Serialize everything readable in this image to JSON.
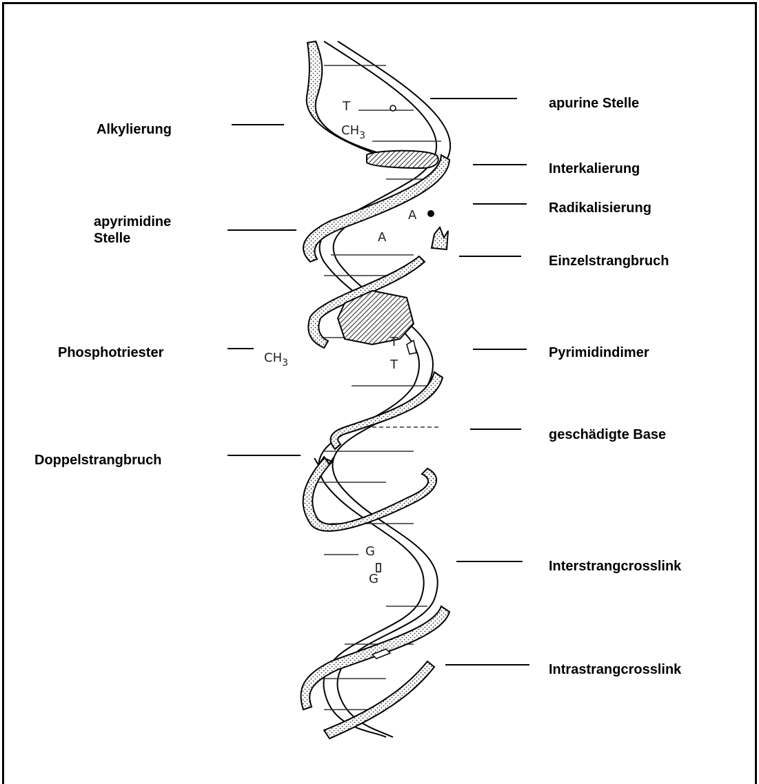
{
  "labels": {
    "left": [
      {
        "id": "alkylierung",
        "text": "Alkylierung"
      },
      {
        "id": "apyrimidine-stelle",
        "lines": [
          "apyrimidine",
          "Stelle"
        ]
      },
      {
        "id": "phosphotriester",
        "text": "Phosphotriester"
      },
      {
        "id": "doppelstrangbruch",
        "text": "Doppelstrangbruch"
      }
    ],
    "right": [
      {
        "id": "apurine-stelle",
        "text": "apurine Stelle"
      },
      {
        "id": "interkalierung",
        "text": "Interkalierung"
      },
      {
        "id": "radikalisierung",
        "text": "Radikalisierung"
      },
      {
        "id": "einzelstrangbruch",
        "text": "Einzelstrangbruch"
      },
      {
        "id": "pyrimidindimer",
        "text": "Pyrimidindimer"
      },
      {
        "id": "geschaedigte-base",
        "text": "geschädigte Base"
      },
      {
        "id": "interstrangcrosslink",
        "text": "Interstrangcrosslink"
      },
      {
        "id": "intrastrangcrosslink",
        "text": "Intrastrangcrosslink"
      }
    ]
  },
  "helix_marks": {
    "T_top": "T",
    "CH3_top": "CH",
    "CH3_top_sub": "3",
    "A_1": "A",
    "A_2": "A",
    "T_dimer_1": "T",
    "T_dimer_2": "T",
    "CH3_left": "CH",
    "CH3_left_sub": "3",
    "G_1": "G",
    "G_2": "G"
  }
}
